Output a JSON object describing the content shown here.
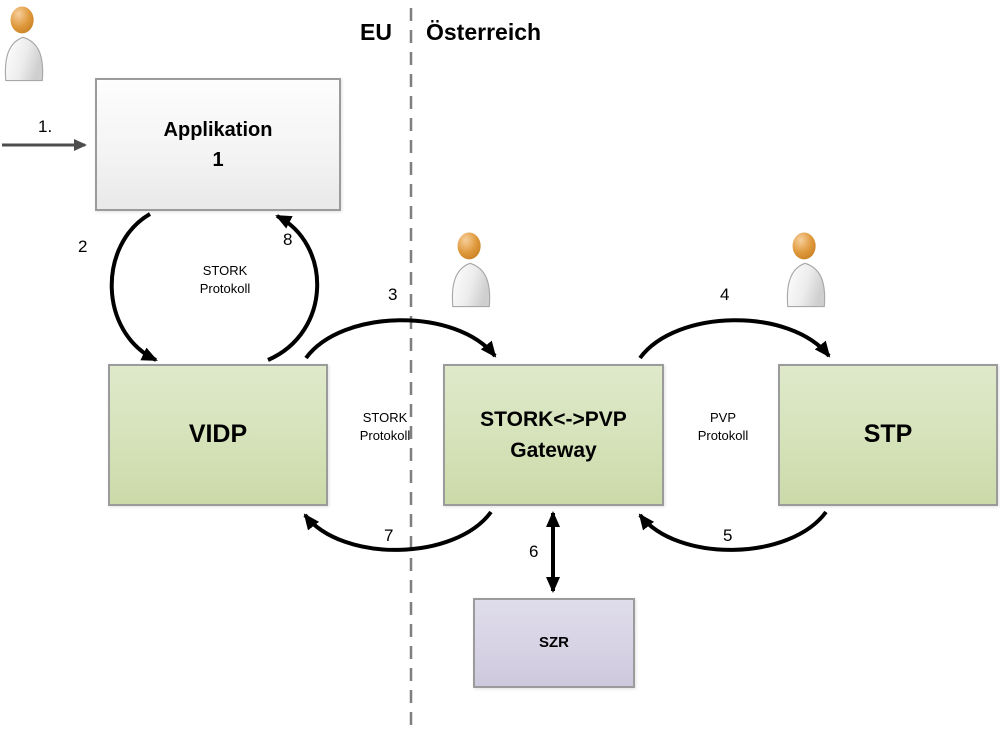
{
  "header": {
    "eu_label": "EU",
    "austria_label": "Österreich"
  },
  "nodes": {
    "applikation": {
      "line1": "Applikation",
      "line2": "1"
    },
    "vidp": {
      "label": "VIDP"
    },
    "gateway": {
      "line1": "STORK<->PVP",
      "line2": "Gateway"
    },
    "stp": {
      "label": "STP"
    },
    "szr": {
      "label": "SZR"
    }
  },
  "steps": {
    "step1": "1.",
    "step2": "2",
    "step3": "3",
    "step4": "4",
    "step5": "5",
    "step6": "6",
    "step7": "7",
    "step8": "8"
  },
  "protocol_labels": {
    "stork_app_vidp": {
      "line1": "STORK",
      "line2": "Protokoll"
    },
    "stork_vidp_gateway": {
      "line1": "STORK",
      "line2": "Protokoll"
    },
    "pvp_gateway_stp": {
      "line1": "PVP",
      "line2": "Protokoll"
    }
  },
  "icons": {
    "person": "person-icon"
  },
  "colors": {
    "node_green_fill": "#d5e2b9",
    "node_gray_fill": "#f4f4f4",
    "node_purple_fill": "#d6d2e4",
    "node_border": "#9b9b9b",
    "arrow_black": "#000000",
    "arrow_gray": "#4d4d4d",
    "divider_gray": "#7f7f7f",
    "person_head": "#e09a3e"
  }
}
